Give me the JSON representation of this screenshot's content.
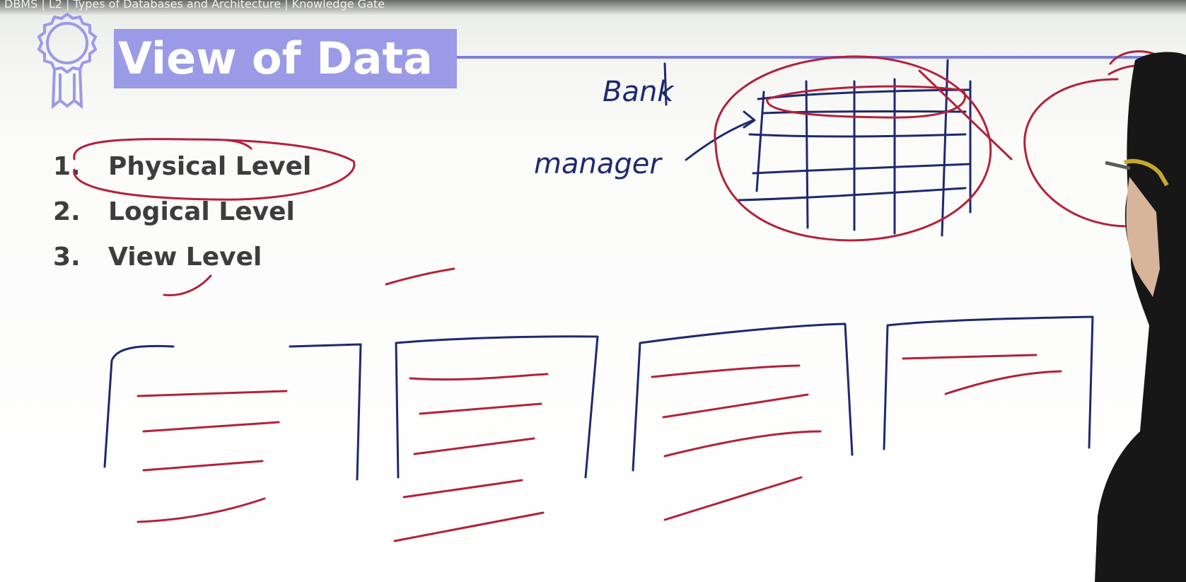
{
  "video": {
    "title_strip": "DBMS | L2 | Types of Databases and Architecture | Knowledge Gate"
  },
  "slide": {
    "title": "View of Data",
    "levels": [
      {
        "num": "1.",
        "label": "Physical Level"
      },
      {
        "num": "2.",
        "label": "Logical Level"
      },
      {
        "num": "3.",
        "label": "View Level"
      }
    ]
  },
  "annotations": {
    "word1": "Bank",
    "word2": "manager"
  },
  "colors": {
    "title_bg": "#9a9ae7",
    "blue_ink": "#1e2a6d",
    "red_ink": "#b3213a"
  },
  "icons": {
    "badge": "award-ribbon-icon"
  }
}
